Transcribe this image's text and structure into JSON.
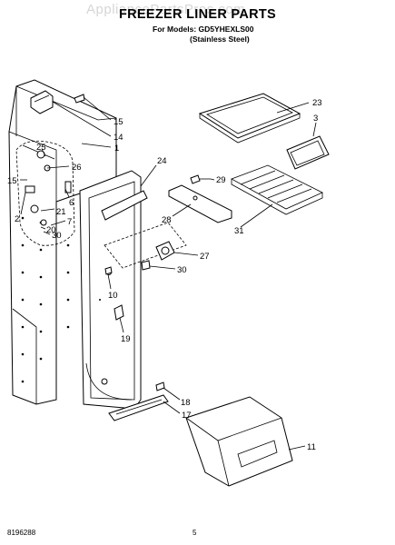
{
  "header": {
    "watermark": "AppliancePartsPros.com",
    "title": "FREEZER LINER PARTS",
    "models_line": "For Models: GD5YHEXLS00",
    "finish_line": "(Stainless Steel)"
  },
  "callouts": [
    "23",
    "3",
    "15",
    "14",
    "1",
    "25",
    "26",
    "24",
    "29",
    "15",
    "6",
    "2",
    "21",
    "7",
    "20",
    "30",
    "28",
    "31",
    "27",
    "30",
    "10",
    "19",
    "18",
    "17",
    "11"
  ],
  "footer": {
    "doc_number": "8196288",
    "page_number": "5"
  }
}
